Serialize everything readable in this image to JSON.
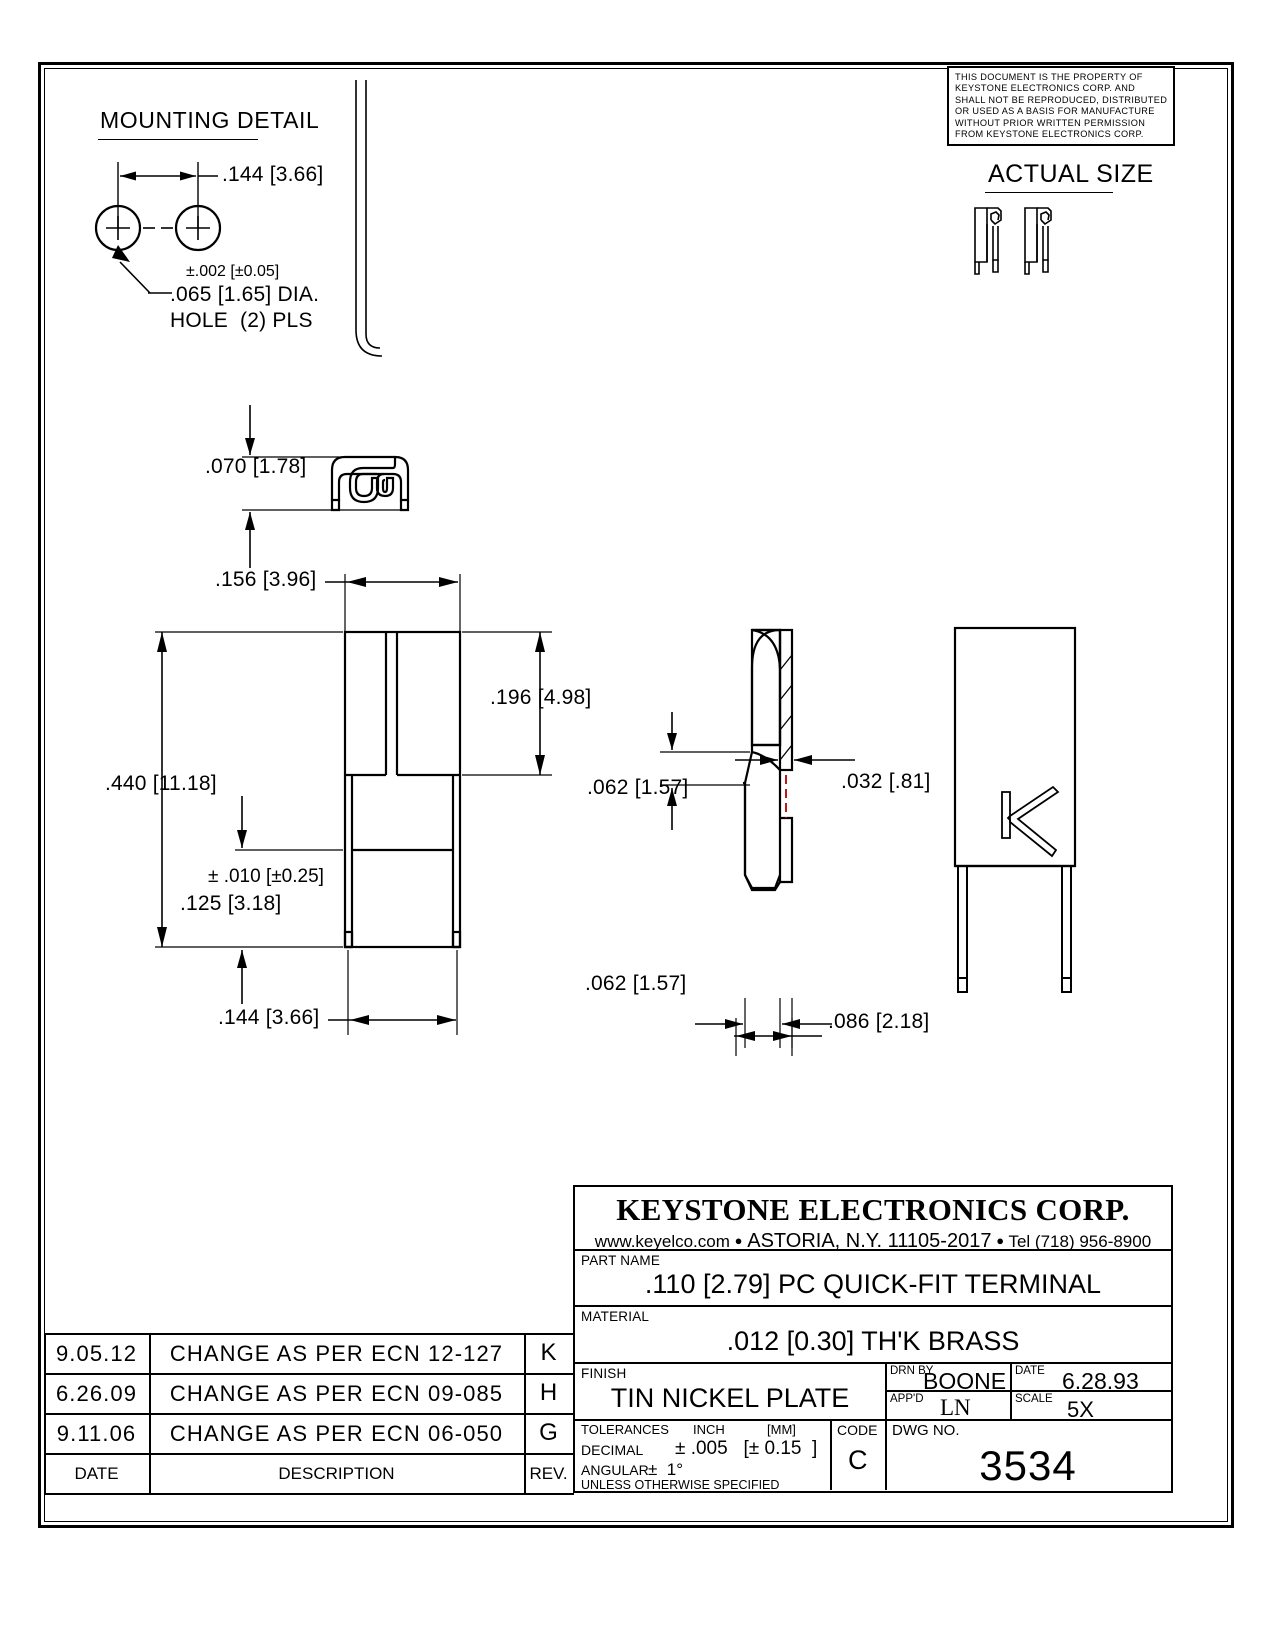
{
  "notice": {
    "lines": [
      "THIS DOCUMENT IS THE PROPERTY OF",
      "KEYSTONE ELECTRONICS CORP. AND",
      "SHALL NOT BE REPRODUCED, DISTRIBUTED",
      "OR USED AS A BASIS FOR MANUFACTURE",
      "WITHOUT PRIOR WRITTEN PERMISSION",
      "FROM KEYSTONE ELECTRONICS CORP."
    ]
  },
  "actual_size": {
    "heading": "ACTUAL SIZE"
  },
  "mounting_detail": {
    "heading": "MOUNTING DETAIL",
    "pitch": ".144 [3.66]",
    "hole_tolerance": "±.002 [±0.05]",
    "hole_dia": ".065 [1.65] DIA.",
    "hole_note": "HOLE  (2) PLS"
  },
  "dimensions": {
    "top_view_height": ".070 [1.78]",
    "width_overall": ".156 [3.96]",
    "height_upper": ".196 [4.98]",
    "height_overall": ".440 [11.18]",
    "pin_tolerance": "± .010 [±0.25]",
    "pin_length": ".125 [3.18]",
    "pin_spacing": ".144 [3.66]",
    "side_offset_upper": ".062 [1.57]",
    "thickness": ".032 [.81]",
    "side_offset_lower": ".062 [1.57]",
    "tab_width": ".086 [2.18]"
  },
  "logo_letter": "K",
  "title_block": {
    "company": "KEYSTONE ELECTRONICS CORP.",
    "address_parts": {
      "web": "www.keyelco.com",
      "sep1": "●",
      "city": "ASTORIA, N.Y. 11105-2017",
      "sep2": "●",
      "tel": "Tel (718) 956-8900"
    },
    "part_name_label": "PART NAME",
    "part_name": ".110 [2.79] PC QUICK-FIT TERMINAL",
    "material_label": "MATERIAL",
    "material": ".012 [0.30] TH'K BRASS",
    "finish_label": "FINISH",
    "finish": "TIN NICKEL PLATE",
    "drn_by_label": "DRN BY",
    "drn_by": "BOONE",
    "date_label": "DATE",
    "date": "6.28.93",
    "appd_label": "APP'D",
    "appd": "LN",
    "scale_label": "SCALE",
    "scale": "5X",
    "tolerances_label": "TOLERANCES",
    "tolerances_inch": "INCH",
    "tolerances_mm": "[MM]",
    "decimal_label": "DECIMAL",
    "decimal_value": "± .005   [± 0.15  ]",
    "angular_label": "ANGULAR",
    "angular_value": "±  1°",
    "unless_note": "UNLESS OTHERWISE SPECIFIED",
    "code_label": "CODE",
    "code": "C",
    "dwg_no_label": "DWG NO.",
    "dwg_no": "3534"
  },
  "revision_table": {
    "headers": {
      "date": "DATE",
      "description": "DESCRIPTION",
      "rev": "REV."
    },
    "rows": [
      {
        "date": "9.05.12",
        "description": "CHANGE  AS  PER  ECN  12-127",
        "rev": "K"
      },
      {
        "date": "6.26.09",
        "description": "CHANGE  AS  PER  ECN  09-085",
        "rev": "H"
      },
      {
        "date": "9.11.06",
        "description": "CHANGE  AS  PER  ECN  06-050",
        "rev": "G"
      }
    ]
  }
}
